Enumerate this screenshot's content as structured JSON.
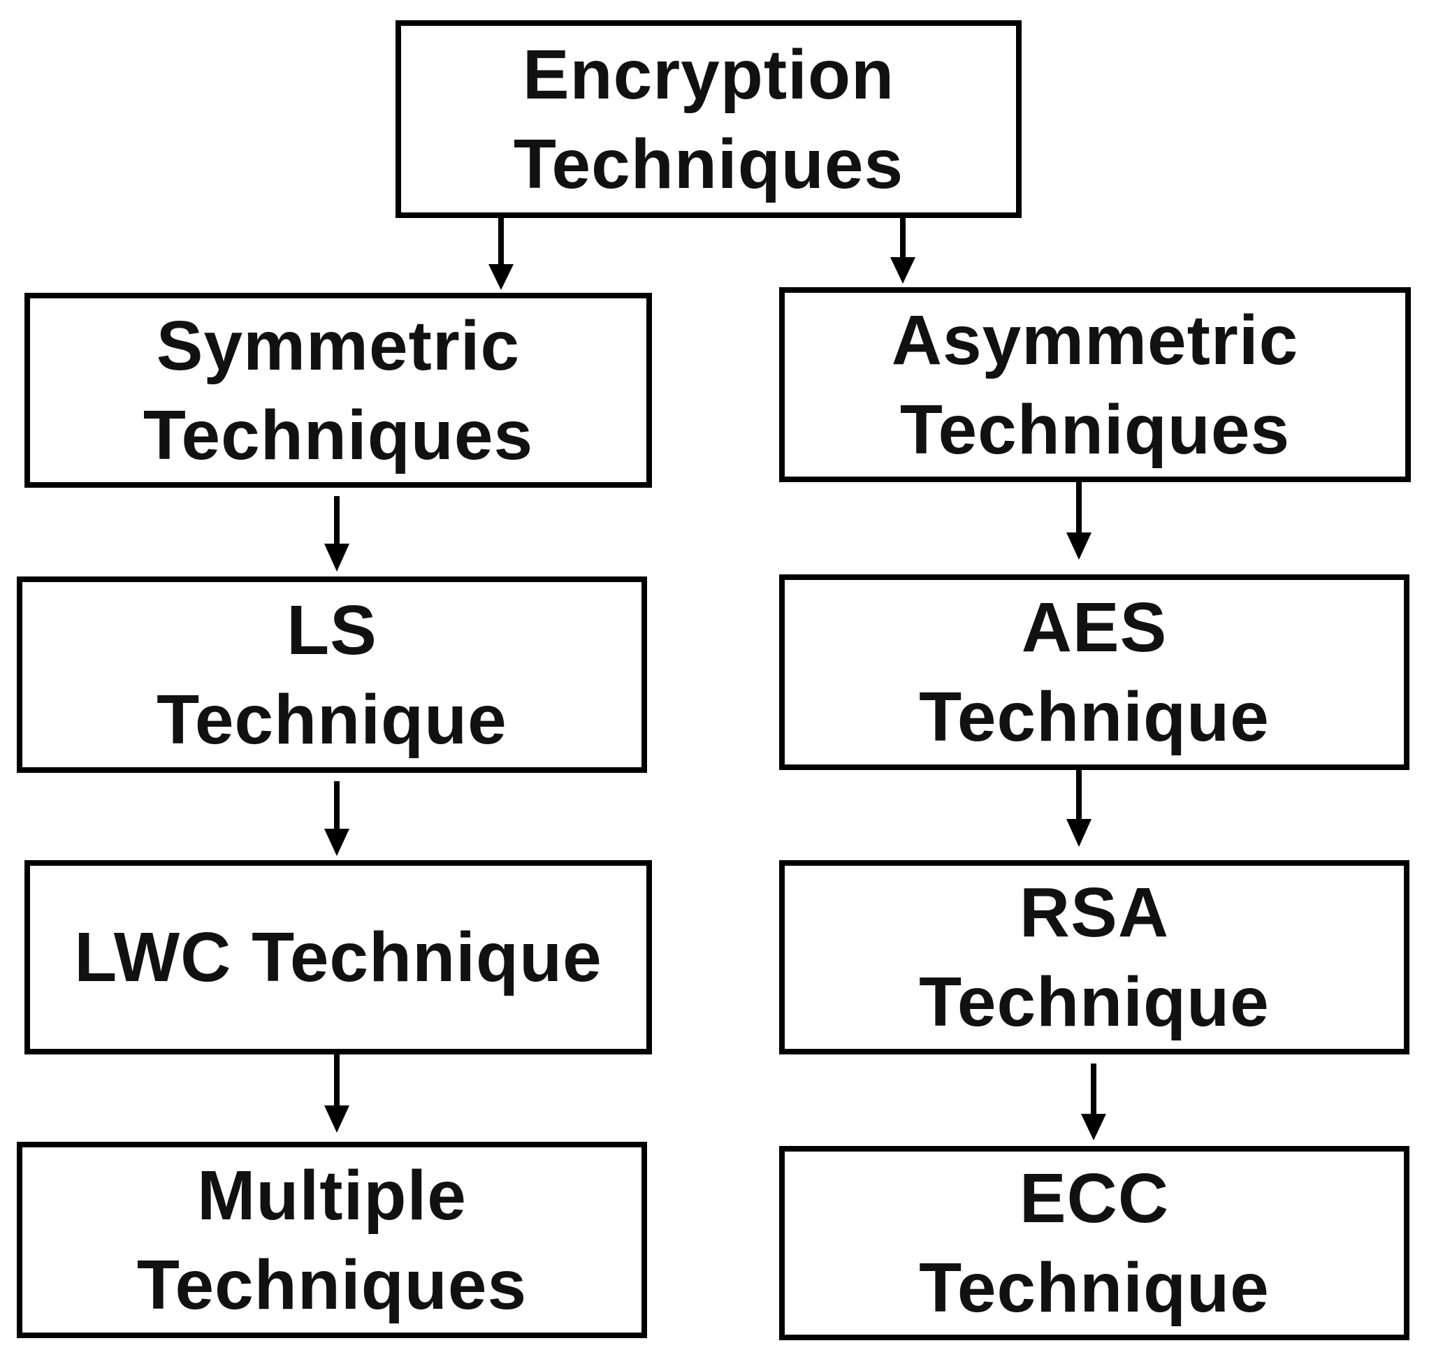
{
  "root": {
    "lines": [
      "Encryption",
      "Techniques"
    ]
  },
  "symmetric": {
    "header": {
      "lines": [
        "Symmetric",
        "Techniques"
      ]
    },
    "items": [
      {
        "lines": [
          "LS",
          "Technique"
        ]
      },
      {
        "lines": [
          "LWC Technique"
        ]
      },
      {
        "lines": [
          "Multiple",
          "Techniques"
        ]
      }
    ]
  },
  "asymmetric": {
    "header": {
      "lines": [
        "Asymmetric",
        "Techniques"
      ]
    },
    "items": [
      {
        "lines": [
          "AES",
          "Technique"
        ]
      },
      {
        "lines": [
          "RSA",
          "Technique"
        ]
      },
      {
        "lines": [
          "ECC",
          "Technique"
        ]
      }
    ]
  },
  "colors": {
    "stroke": "#000000",
    "text": "#111111",
    "background": "#ffffff"
  }
}
